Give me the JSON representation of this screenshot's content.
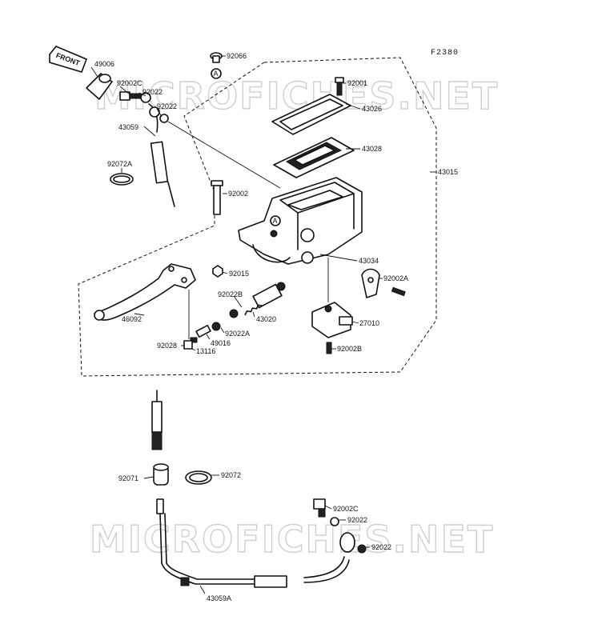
{
  "figure_code": "F2380",
  "watermark": "MICROFICHES.NET",
  "front_tag": "FRONT",
  "ref_marker": "A",
  "labels": {
    "p49006": "49006",
    "p92002c_top": "92002C",
    "p92022_top1": "92022",
    "p92022_top2": "92022",
    "p43059": "43059",
    "p92072a": "92072A",
    "p92066": "92066",
    "p92001": "92001",
    "p43026": "43026",
    "p43028": "43028",
    "p43015": "43015",
    "p92002": "92002",
    "p92015": "92015",
    "p43034": "43034",
    "p92002a": "92002A",
    "p46092": "46092",
    "p92022b": "92022B",
    "p43020": "43020",
    "p92022a": "92022A",
    "p49016": "49016",
    "p92028": "92028",
    "p13116": "13116",
    "p27010": "27010",
    "p92002b": "92002B",
    "p92071": "92071",
    "p92072": "92072",
    "p92002c_bot": "92002C",
    "p92022_bot1": "92022",
    "p92022_bot2": "92022",
    "p43059a": "43059A"
  }
}
